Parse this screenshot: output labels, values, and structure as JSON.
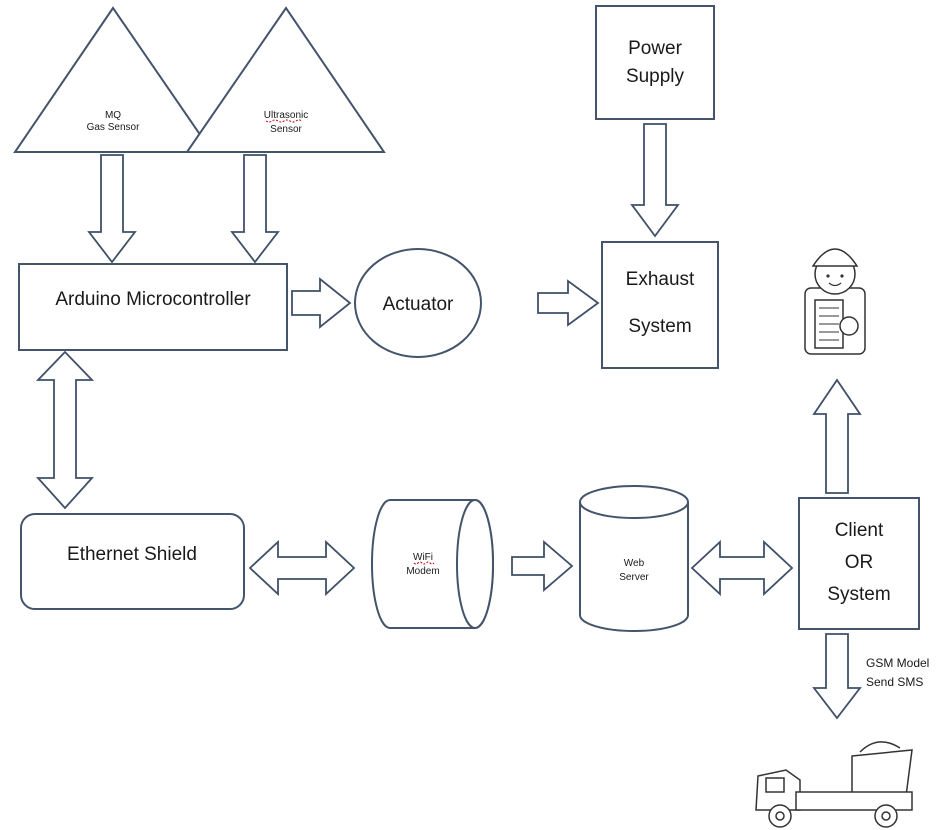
{
  "nodes": {
    "mq_sensor": {
      "line1": "MQ",
      "line2": "Gas Sensor"
    },
    "ultrasonic_sensor": {
      "line1": "Ultrasonic",
      "line2": "Sensor"
    },
    "power_supply": {
      "line1": "Power",
      "line2": "Supply"
    },
    "arduino": {
      "label": "Arduino Microcontroller"
    },
    "actuator": {
      "label": "Actuator"
    },
    "exhaust": {
      "line1": "Exhaust",
      "line2": "System"
    },
    "ethernet": {
      "label": "Ethernet Shield"
    },
    "wifi_modem": {
      "line1": "WiFi",
      "line2": "Modem"
    },
    "web_server": {
      "line1": "Web",
      "line2": "Server"
    },
    "client": {
      "line1": "Client",
      "line2": "OR",
      "line3": "System"
    }
  },
  "annotations": {
    "gsm": {
      "line1": "GSM Model",
      "line2": "Send SMS"
    }
  },
  "icons": [
    "worker-icon",
    "dump-truck-icon"
  ]
}
